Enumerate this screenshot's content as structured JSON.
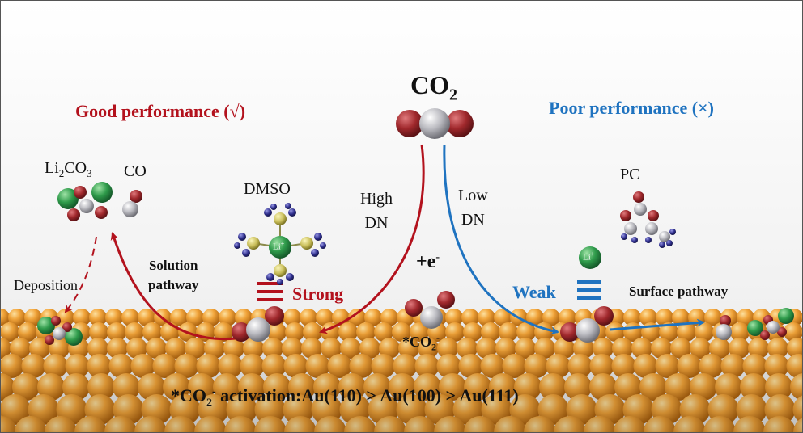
{
  "title": {
    "main": "CO",
    "sub": "2"
  },
  "left": {
    "header": "Good performance (√)",
    "product1": {
      "main": "Li",
      "sub1": "2",
      "mid": "CO",
      "sub2": "3"
    },
    "product2": "CO",
    "solvent": "DMSO",
    "li_label": "Li",
    "li_charge": "+",
    "solution_line1": "Solution",
    "solution_line2": "pathway",
    "strength": "Strong",
    "deposition": "Deposition",
    "dn_line1": "High",
    "dn_line2": "DN"
  },
  "right": {
    "header": "Poor performance (×)",
    "solvent": "PC",
    "li_label": "Li",
    "li_charge": "+",
    "strength": "Weak",
    "surface": "Surface pathway",
    "dn_line1": "Low",
    "dn_line2": "DN"
  },
  "center": {
    "electron": "+e",
    "electron_charge": "-",
    "adsorbed": {
      "main": "*CO",
      "sub": "2",
      "sup": "-"
    }
  },
  "bottom": {
    "pre": "*CO",
    "sub": "2",
    "sup": "-",
    "text": " activation:Au(110) > Au(100)  > Au(111)"
  },
  "colors": {
    "red": "#b3121d",
    "blue": "#1f73c0",
    "gold": "#e8962a",
    "oxygen": "#a0282c",
    "carbon": "#b9b9bf",
    "lithium": "#2e9a4a"
  }
}
